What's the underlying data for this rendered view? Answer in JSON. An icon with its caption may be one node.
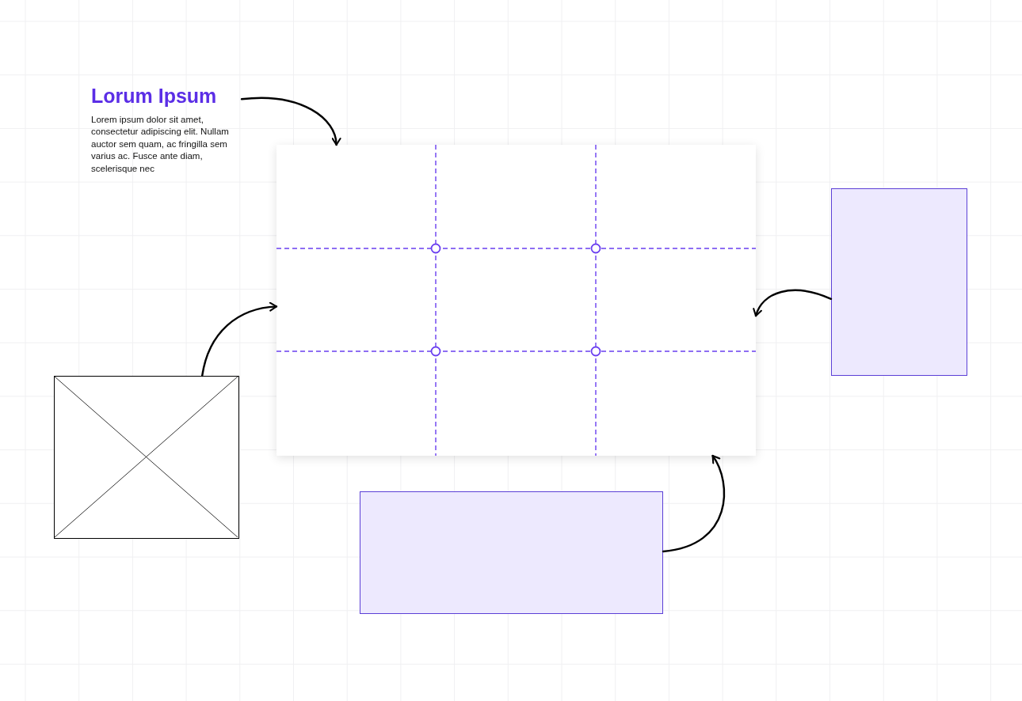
{
  "diagram": {
    "nodes": [
      {
        "text": [
          "Lorum Ipsum",
          "Lorem ipsum dolor sit amet, consectetur adipiscing elit. Nullam auctor sem quam, ac fringilla sem varius ac. Fusce ante diam, scelerisque nec"
        ]
      },
      {
        "text": [],
        "shape": "box"
      },
      {
        "text": [],
        "shape": "box"
      },
      {
        "text": [],
        "shape": "box"
      },
      {
        "text": [],
        "shape": "box"
      }
    ],
    "edges": [
      {
        "from": 0,
        "to": 1,
        "arrow": "to"
      },
      {
        "from": 3,
        "to": 1,
        "arrow": "to"
      },
      {
        "from": 2,
        "to": 1,
        "arrow": "to"
      },
      {
        "from": 4,
        "to": 1,
        "arrow": "to"
      }
    ]
  }
}
